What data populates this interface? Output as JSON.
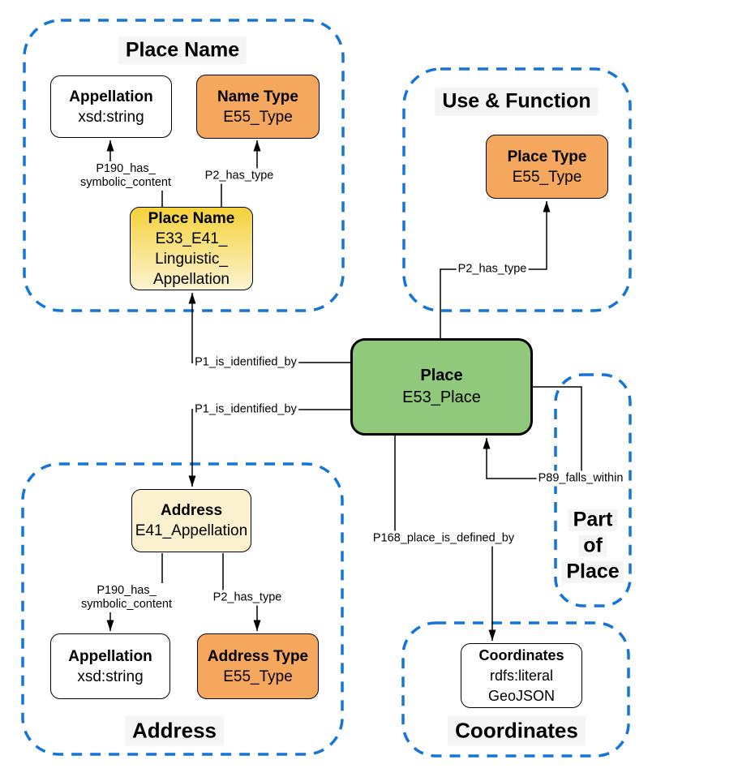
{
  "colors": {
    "group_border": "#1475D6",
    "edge_line": "#000000",
    "orange_fill": "#F5A75D",
    "green_fill": "#90C87C",
    "cream_fill": "#FBF1CE",
    "white_fill": "#FFFFFF",
    "gold_top": "#F5D139",
    "gold_bottom": "#FCF4D2",
    "title_bg": "#F5F5F5",
    "label_bg": "#FFFFFF",
    "text": "#000000"
  },
  "groups": {
    "place_name": {
      "title": "Place Name"
    },
    "use_function": {
      "title": "Use & Function"
    },
    "part_of_place": {
      "lines": [
        "Part",
        "of",
        "Place"
      ]
    },
    "address": {
      "title": "Address"
    },
    "coordinates": {
      "title": "Coordinates"
    }
  },
  "nodes": {
    "pn_appellation": {
      "title": "Appellation",
      "subtitle": "xsd:string"
    },
    "pn_name_type": {
      "title": "Name Type",
      "subtitle": "E55_Type"
    },
    "pn_place_name": {
      "title": "Place Name",
      "lines": [
        "E33_E41_",
        "Linguistic_",
        "Appellation"
      ]
    },
    "uf_place_type": {
      "title": "Place Type",
      "subtitle": "E55_Type"
    },
    "place": {
      "title": "Place",
      "subtitle": "E53_Place"
    },
    "ad_address": {
      "title": "Address",
      "subtitle": "E41_Appellation"
    },
    "ad_appellation": {
      "title": "Appellation",
      "subtitle": "xsd:string"
    },
    "ad_address_type": {
      "title": "Address Type",
      "subtitle": "E55_Type"
    },
    "co_coordinates": {
      "title": "Coordinates",
      "lines": [
        "rdfs:literal",
        "GeoJSON"
      ]
    }
  },
  "edges": {
    "p190_top": {
      "line1": "P190_has_",
      "line2": "symbolic_content"
    },
    "p2_top": {
      "label": "P2_has_type"
    },
    "p1_upper": {
      "label": "P1_is_identified_by"
    },
    "p1_lower": {
      "label": "P1_is_identified_by"
    },
    "p2_use_function": {
      "label": "P2_has_type"
    },
    "p89_falls_within": {
      "label": "P89_falls_within"
    },
    "p168_defined_by": {
      "label": "P168_place_is_defined_by"
    },
    "p190_address": {
      "line1": "P190_has_",
      "line2": "symbolic_content"
    },
    "p2_address": {
      "label": "P2_has_type"
    }
  }
}
